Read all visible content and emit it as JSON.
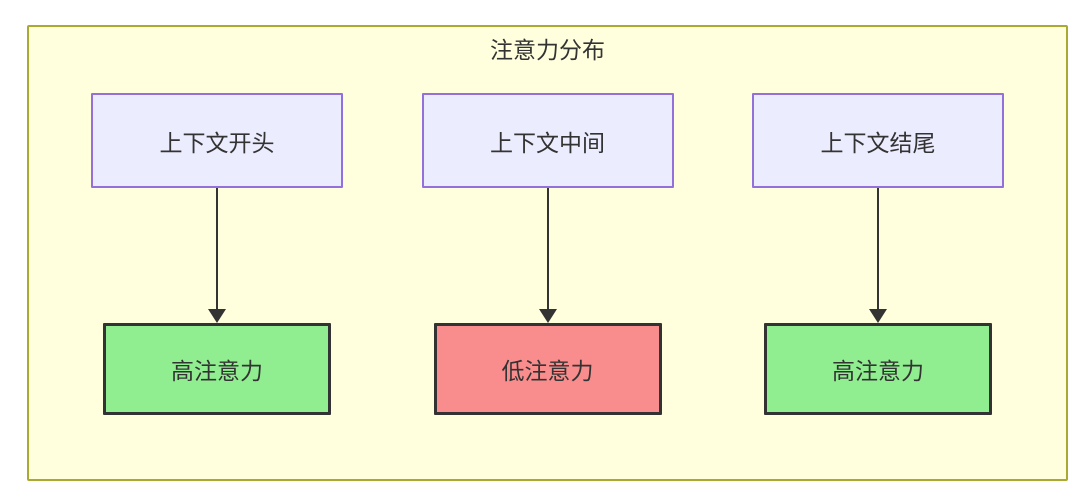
{
  "diagram": {
    "title": "注意力分布",
    "type": "flowchart-top-down",
    "columns": [
      {
        "source": {
          "label": "上下文开头"
        },
        "target": {
          "label": "高注意力",
          "type": "high"
        }
      },
      {
        "source": {
          "label": "上下文中间"
        },
        "target": {
          "label": "低注意力",
          "type": "low"
        }
      },
      {
        "source": {
          "label": "上下文结尾"
        },
        "target": {
          "label": "高注意力",
          "type": "high"
        }
      }
    ],
    "edges": [
      {
        "from": "上下文开头",
        "to": "高注意力",
        "style": "solid-arrow"
      },
      {
        "from": "上下文中间",
        "to": "低注意力",
        "style": "solid-arrow"
      },
      {
        "from": "上下文结尾",
        "to": "高注意力",
        "style": "solid-arrow"
      }
    ],
    "colors": {
      "container_fill": "#FFFFDE",
      "container_border": "#AAAA33",
      "source_node_fill": "#ECECFF",
      "source_node_border": "#9370DB",
      "high_attention_fill": "#90EE90",
      "low_attention_fill": "#F98C8C",
      "target_node_border": "#333333",
      "edge_color": "#333333",
      "text_color": "#333333"
    }
  }
}
